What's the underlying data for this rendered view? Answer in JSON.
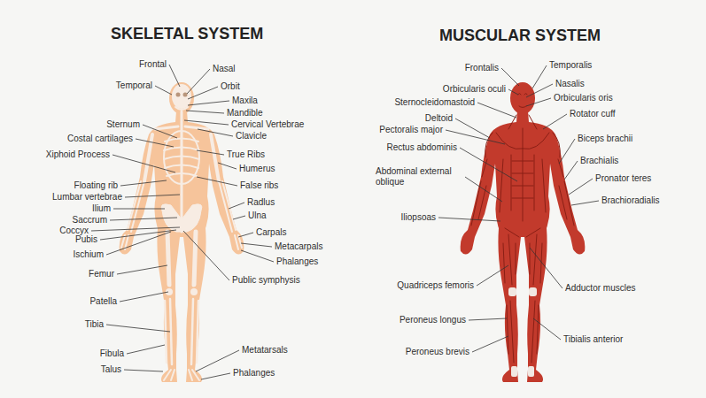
{
  "diagram": {
    "labels": [
      "SKELETAL SYSTEM",
      "MUSCULAR SYSTEM",
      "Frontal",
      "Nasal",
      "Temporal",
      "Orbit",
      "Maxila",
      "Mandible",
      "Sternum",
      "Cervical Vertebrae",
      "Costal cartilages",
      "Clavicle",
      "Xiphoid Process",
      "True Ribs",
      "Humerus",
      "Floating rib",
      "False ribs",
      "Lumbar vertebrae",
      "Ilium",
      "Radlus",
      "Saccrum",
      "Ulna",
      "Coccyx",
      "Carpals",
      "Pubis",
      "Metacarpals",
      "Ischium",
      "Phalanges",
      "Femur",
      "Public symphysis",
      "Patella",
      "Tibia",
      "Fibula",
      "Metatarsals",
      "Talus",
      "Phalanges",
      "Frontalis",
      "Temporalis",
      "Nasalis",
      "Orbicularis oculi",
      "Orbicularis oris",
      "Sternocleidomastoid",
      "Rotator cuff",
      "Deltoid",
      "Pectoralis major",
      "Biceps brachii",
      "Rectus abdominis",
      "Brachialis",
      "Abdominal external oblique",
      "Pronator teres",
      "Brachioradialis",
      "Iliopsoas",
      "Quadriceps femoris",
      "Adductor muscles",
      "Peroneus longus",
      "Tibialis anterior",
      "Peroneus brevis"
    ]
  }
}
